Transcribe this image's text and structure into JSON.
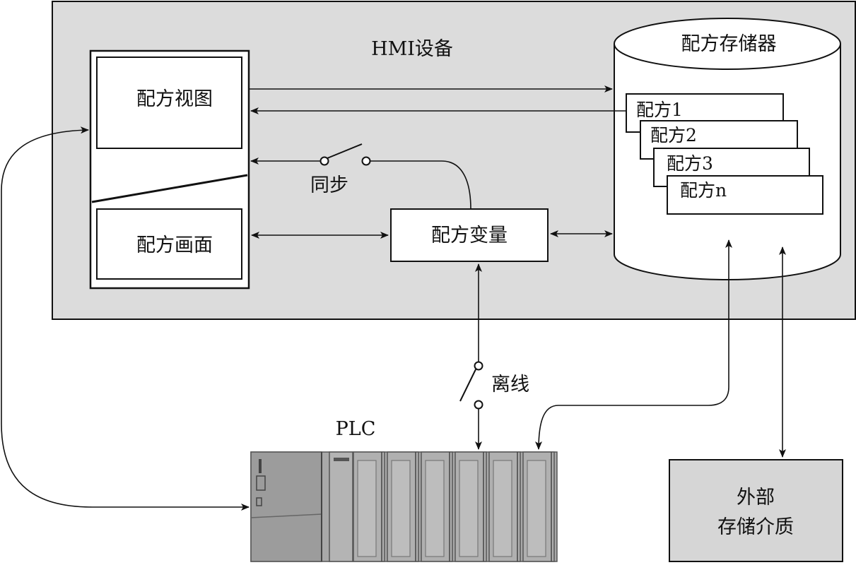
{
  "hmi_device": {
    "title": "HMI设备",
    "recipe_view": "配方视图",
    "recipe_screen": "配方画面",
    "recipe_variable": "配方变量",
    "sync_switch": "同步",
    "recipe_memory": {
      "title": "配方存储器",
      "recipes": [
        "配方1",
        "配方2",
        "配方3",
        "配方n"
      ]
    }
  },
  "offline_switch": "离线",
  "plc": {
    "label": "PLC"
  },
  "external_storage": {
    "line1": "外部",
    "line2": "存储介质"
  },
  "colors": {
    "hmi_background": "#dcdcdc",
    "plc_body": "#a9a9a9",
    "external_storage_fill": "#d6d6d6",
    "line": "#111111",
    "box_fill": "#ffffff"
  }
}
